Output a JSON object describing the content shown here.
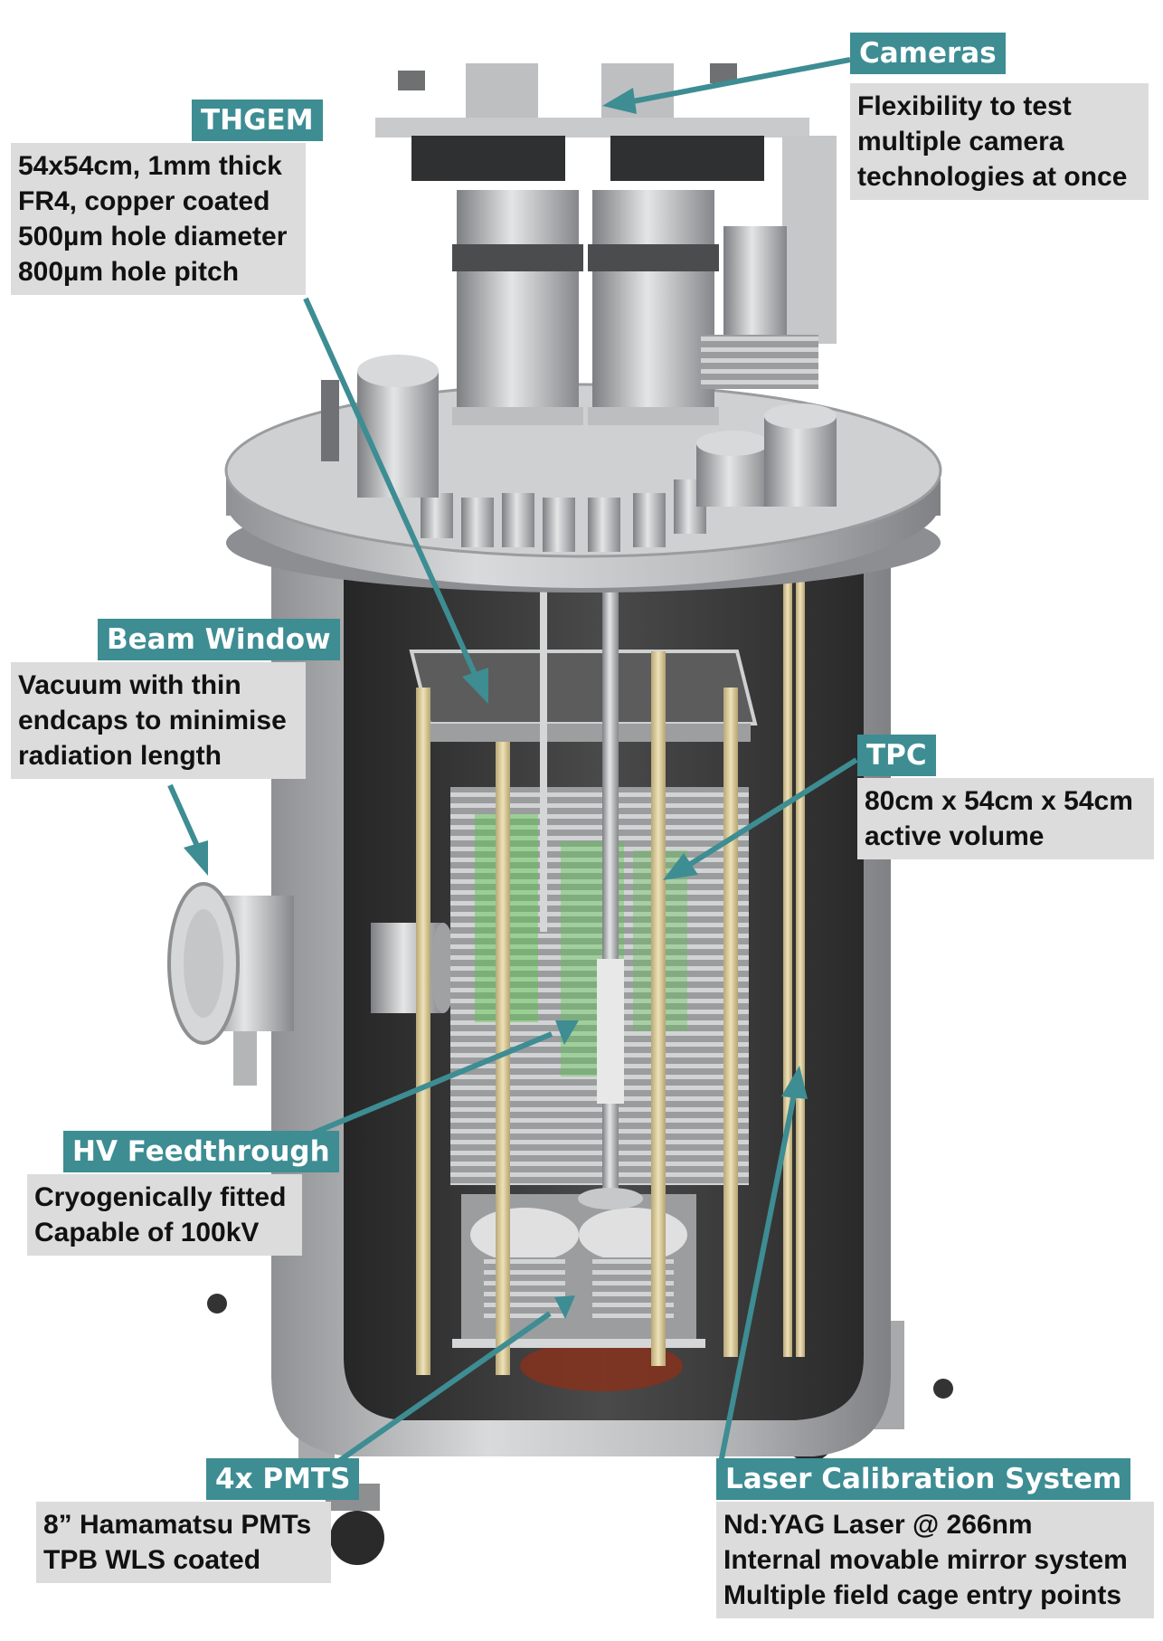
{
  "colors": {
    "accent": "#3d8d93",
    "box": "#dcdcdc",
    "text": "#111111",
    "steel": "#b4b6b8",
    "inner": "#3a3a3a",
    "rod": "#e2d3a4"
  },
  "annotations": {
    "thgem": {
      "title": "THGEM",
      "lines": [
        "54x54cm, 1mm thick",
        "FR4, copper coated",
        "500µm hole diameter",
        "800µm hole pitch"
      ]
    },
    "cameras": {
      "title": "Cameras",
      "lines": [
        "Flexibility to test",
        "multiple camera",
        "technologies at once"
      ]
    },
    "beam": {
      "title": "Beam Window",
      "lines": [
        "Vacuum with thin",
        "endcaps to minimise",
        "radiation length"
      ]
    },
    "tpc": {
      "title": "TPC",
      "lines": [
        "80cm x 54cm x 54cm",
        "active volume"
      ]
    },
    "hv": {
      "title": "HV Feedthrough",
      "lines": [
        "Cryogenically fitted",
        "Capable of 100kV"
      ]
    },
    "pmts": {
      "title": "4x PMTS",
      "lines": [
        "8” Hamamatsu PMTs",
        "TPB WLS coated"
      ]
    },
    "laser": {
      "title": "Laser Calibration System",
      "lines": [
        "Nd:YAG Laser @ 266nm",
        "Internal movable mirror system",
        "Multiple field cage entry points"
      ]
    }
  }
}
